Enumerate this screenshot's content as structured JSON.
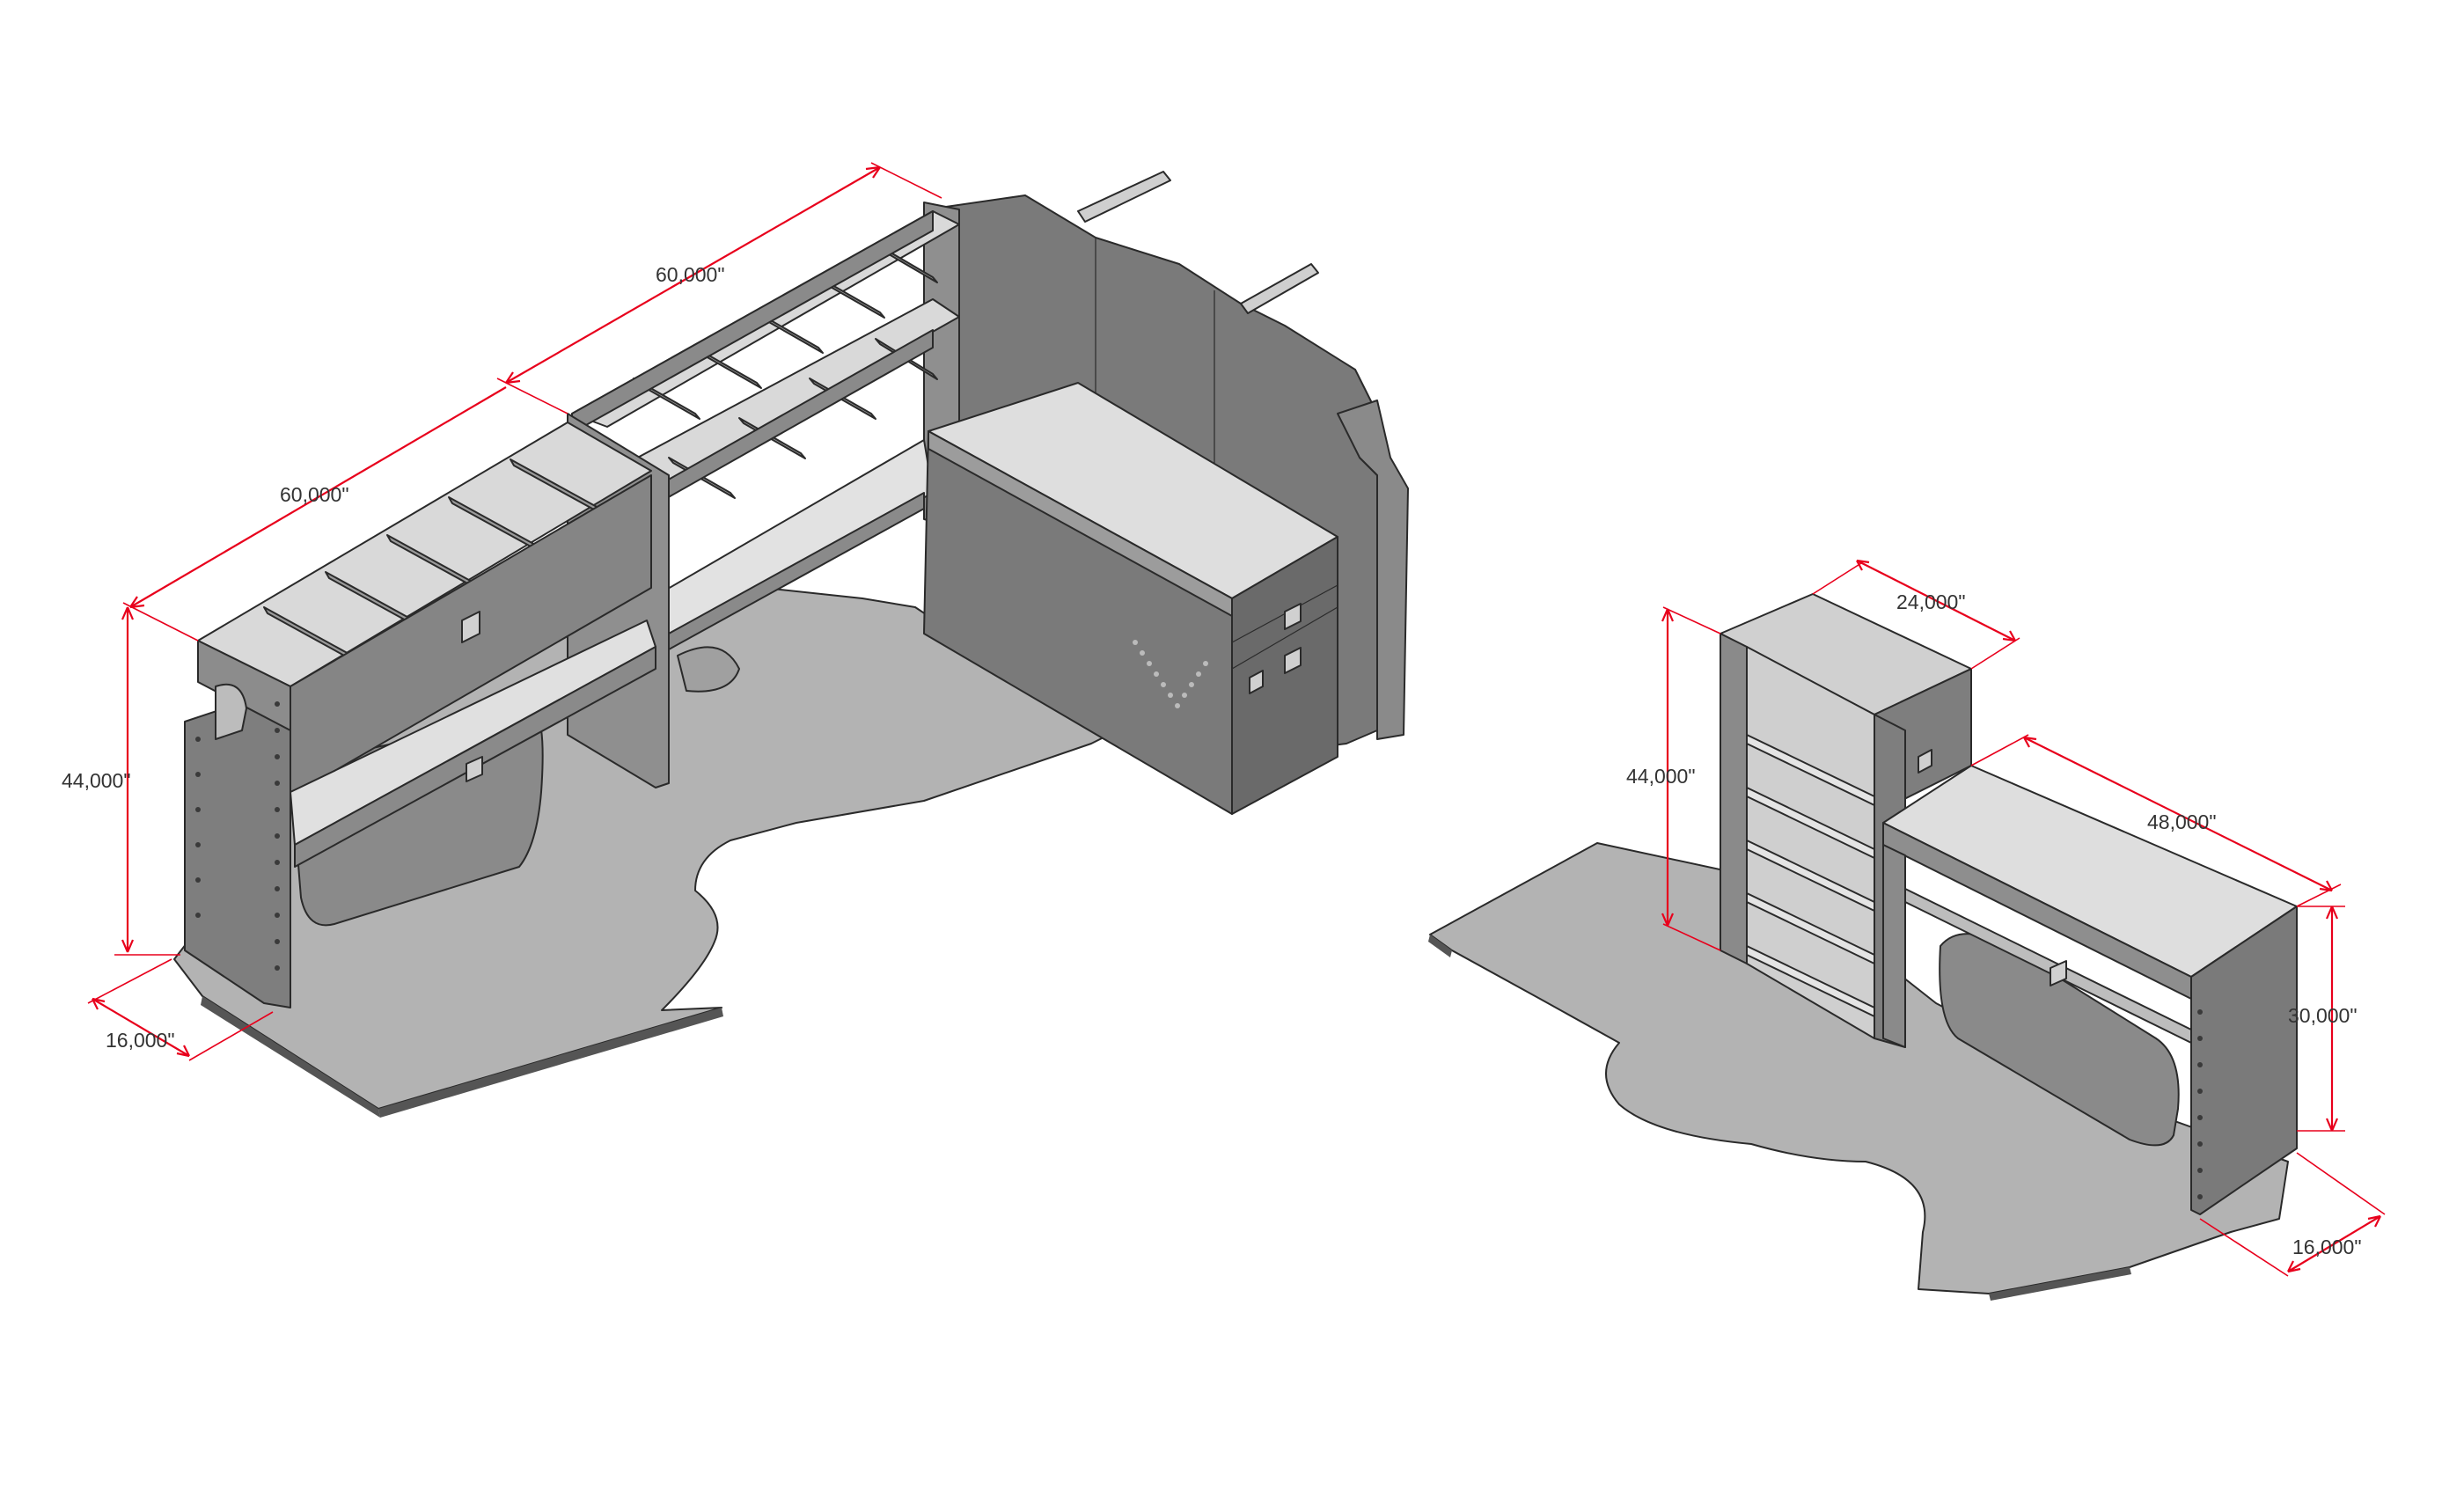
{
  "left_unit": {
    "dimensions": {
      "length_back": "60,000\"",
      "length_front": "60,000\"",
      "height": "44,000\"",
      "depth": "16,000\""
    }
  },
  "right_unit": {
    "dimensions": {
      "width": "24,000\"",
      "height": "44,000\"",
      "length": "48,000\"",
      "bench_height": "30,000\"",
      "depth": "16,000\""
    }
  },
  "colors": {
    "dimension_line": "#e8001c",
    "dimension_text": "#333333",
    "floor": "#b3b3b3",
    "metal_dark": "#6e6e6e",
    "metal_mid": "#8c8c8c",
    "shelf_light": "#dcdcdc"
  }
}
